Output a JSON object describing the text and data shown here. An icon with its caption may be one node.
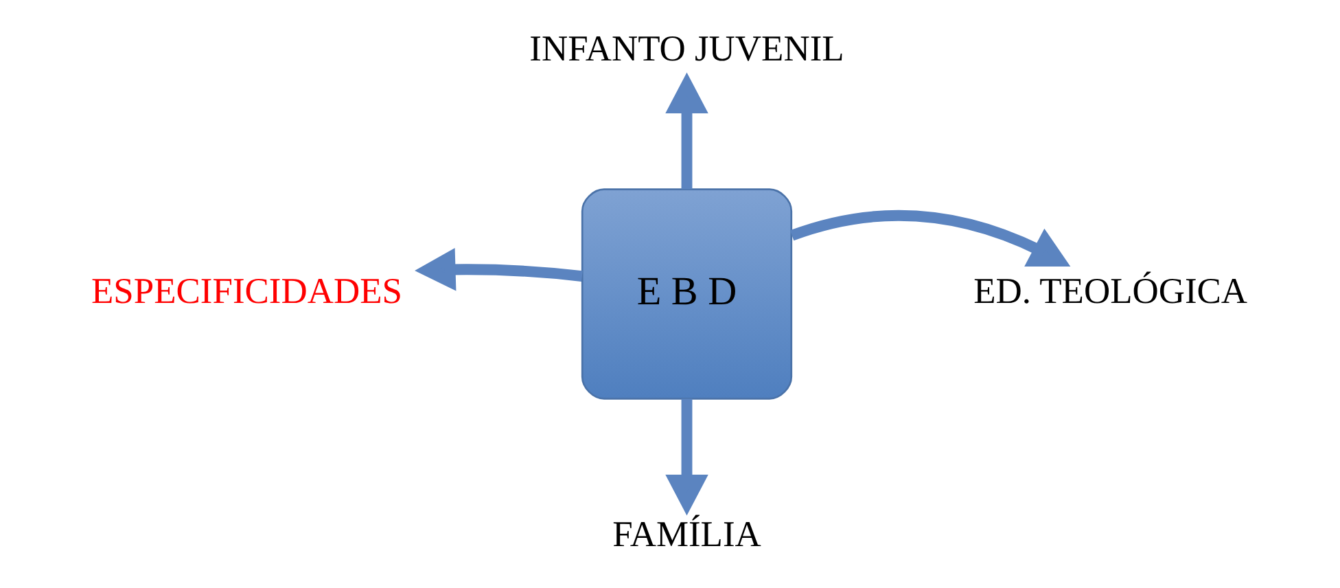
{
  "diagram": {
    "nodes": [
      {
        "text": [
          "E B D"
        ]
      },
      {
        "text": [
          "INFANTO JUVENIL"
        ]
      },
      {
        "text": [
          "ESPECIFICIDADES"
        ]
      },
      {
        "text": [
          "ED. TEOLÓGICA"
        ]
      },
      {
        "text": [
          "FAMÍLIA"
        ]
      }
    ],
    "edges": [
      {
        "from": 0,
        "to": 1,
        "arrow": "to"
      },
      {
        "from": 0,
        "to": 2,
        "arrow": "to"
      },
      {
        "from": 0,
        "to": 3,
        "arrow": "to"
      },
      {
        "from": 0,
        "to": 4,
        "arrow": "to"
      }
    ]
  }
}
